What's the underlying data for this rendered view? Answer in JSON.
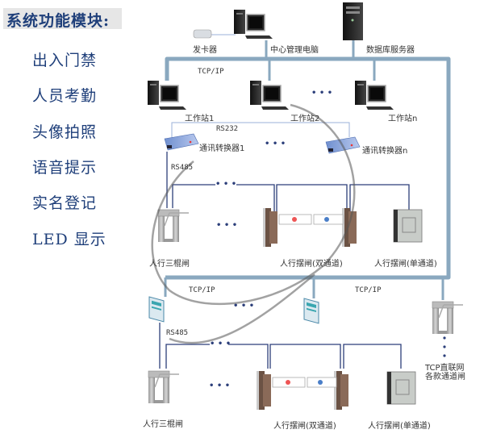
{
  "title": "系统功能模块:",
  "modules": [
    "出入门禁",
    "人员考勤",
    "头像拍照",
    "语音提示",
    "实名登记",
    "LED 显示"
  ],
  "colors": {
    "bus": "#8aa8bf",
    "wire": "#2c3f7a",
    "rs232_wire": "#9bb0d8",
    "text_dark": "#1f3f7a",
    "title_bg": "#e6e6e6"
  },
  "devices": {
    "card_issuer": "发卡器",
    "central_pc": "中心管理电脑",
    "db_server": "数据库服务器",
    "workstation_1": "工作站1",
    "workstation_2": "工作站2",
    "workstation_n": "工作站n",
    "converter_1": "通讯转换器1",
    "converter_n": "通讯转换器n",
    "tripod_gate": "人行三棍闸",
    "swing_gate_double": "人行摆闸(双通道)",
    "swing_gate_single": "人行摆闸(单通道)",
    "tcp_direct_1": "TCP直联网",
    "tcp_direct_2": "各款通道闸"
  },
  "protocols": {
    "tcpip_top": "TCP/IP",
    "rs232": "RS232",
    "rs485_top": "RS485",
    "tcpip_left": "TCP/IP",
    "tcpip_right": "TCP/IP",
    "rs485_bottom": "RS485"
  },
  "ellipsis": "• • •"
}
